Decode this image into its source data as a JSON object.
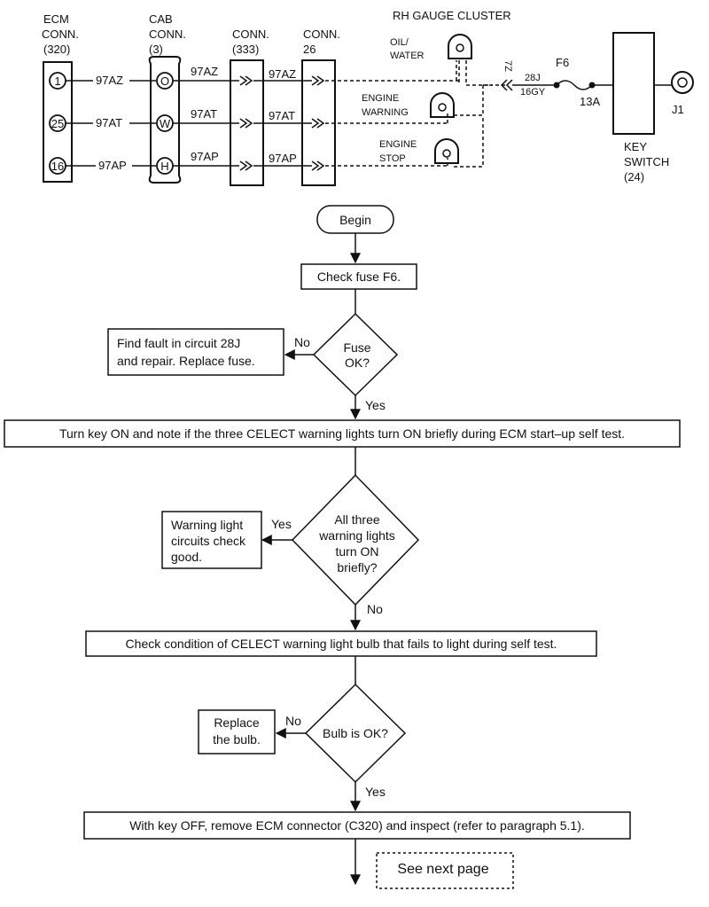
{
  "schematic": {
    "ecm_conn": {
      "title": [
        "ECM",
        "CONN.",
        "(320)"
      ],
      "pins": [
        "1",
        "25",
        "16"
      ]
    },
    "cab_conn": {
      "title": [
        "CAB",
        "CONN.",
        "(3)"
      ],
      "pins": [
        "O",
        "W",
        "H"
      ]
    },
    "conn_333": {
      "title": [
        "CONN.",
        "(333)"
      ]
    },
    "conn_26": {
      "title": [
        "CONN.",
        "26"
      ]
    },
    "wires": [
      "97AZ",
      "97AT",
      "97AP"
    ],
    "gauge_cluster": {
      "title": "RH GAUGE CLUSTER",
      "lamps": [
        [
          "OIL/",
          "WATER"
        ],
        [
          "ENGINE",
          "WARNING"
        ],
        [
          "ENGINE",
          "STOP"
        ]
      ]
    },
    "supply": {
      "connector_pin": "7Z",
      "wire_top": "28J",
      "wire_bottom": "16GY",
      "fuse": "F6",
      "fuse_wire": "13A",
      "jumper": "J1"
    },
    "key_switch": {
      "title": [
        "KEY",
        "SWITCH",
        "(24)"
      ]
    }
  },
  "flowchart": {
    "begin": "Begin",
    "check_fuse": "Check fuse F6.",
    "fuse_ok": [
      "Fuse",
      "OK?"
    ],
    "fuse_fault": [
      "Find fault in circuit 28J",
      "and repair. Replace fuse."
    ],
    "turn_key": "Turn key ON and note if the three CELECT warning lights turn ON briefly during ECM start–up self test.",
    "lights_on": [
      "All three",
      "warning lights",
      "turn ON",
      "briefly?"
    ],
    "lights_good": [
      "Warning light",
      "circuits check",
      "good."
    ],
    "check_bulb": "Check condition of CELECT warning light bulb that fails to light during self test.",
    "bulb_ok": "Bulb is OK?",
    "replace_bulb": [
      "Replace",
      "the bulb."
    ],
    "remove_ecm": "With key OFF, remove ECM connector (C320) and inspect (refer to paragraph 5.1).",
    "see_next": "See next page",
    "yes": "Yes",
    "no": "No"
  }
}
